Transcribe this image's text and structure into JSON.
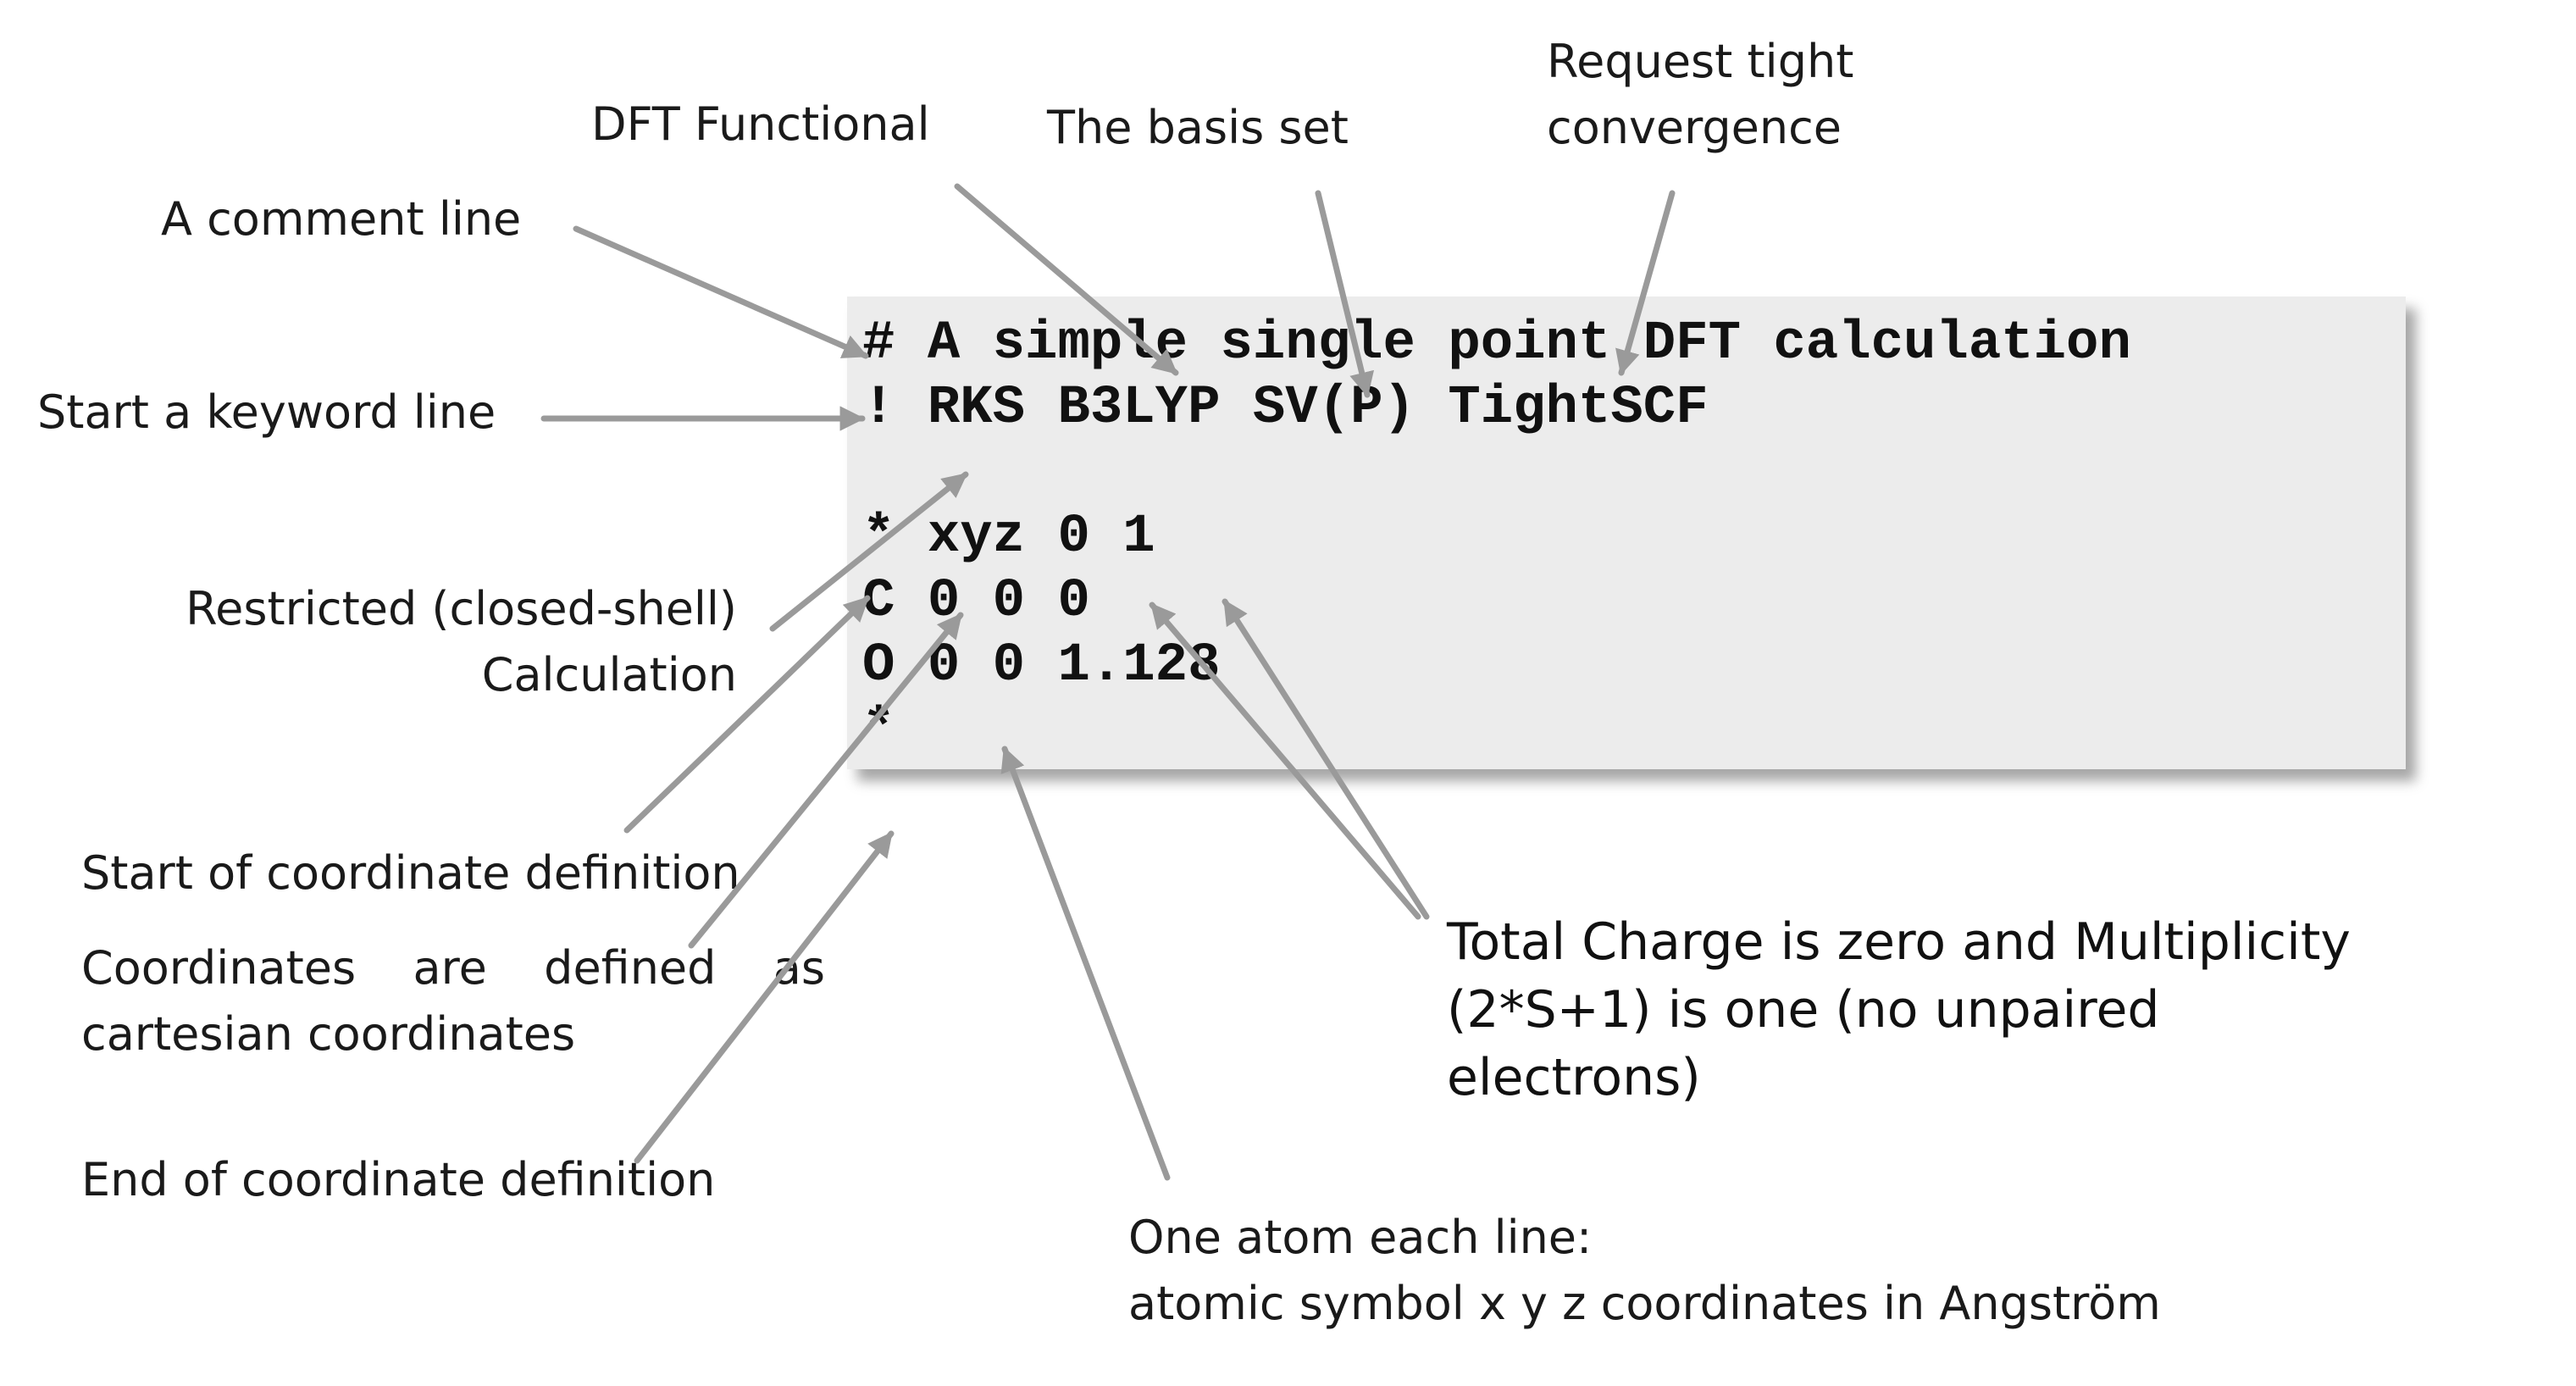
{
  "code": {
    "lines": [
      "# A simple single point DFT calculation",
      "! RKS B3LYP SV(P) TightSCF",
      "",
      "* xyz 0 1",
      "C 0 0 0",
      "O 0 0 1.128",
      "*"
    ]
  },
  "labels": {
    "dft_functional": "DFT Functional",
    "basis_set": "The basis set",
    "tight_convergence": [
      "Request tight",
      "convergence"
    ],
    "comment_line": "A comment line",
    "keyword_line": "Start a keyword line",
    "restricted": [
      "Restricted (closed-shell)",
      "Calculation"
    ],
    "start_coords": "Start of coordinate definition",
    "cartesian": [
      "Coordinates are defined as",
      "cartesian coordinates"
    ],
    "end_coords": "End of coordinate definition",
    "charge_multiplicity": [
      "Total Charge is zero and Multiplicity",
      "(2*S+1) is one (no unpaired",
      "electrons)"
    ],
    "atom_line": [
      "One atom each line:",
      "atomic symbol x y z coordinates in Angström"
    ]
  },
  "colors": {
    "code_background": "#ececec",
    "arrow": "#9a9a9a",
    "text": "#1a1a1a"
  }
}
